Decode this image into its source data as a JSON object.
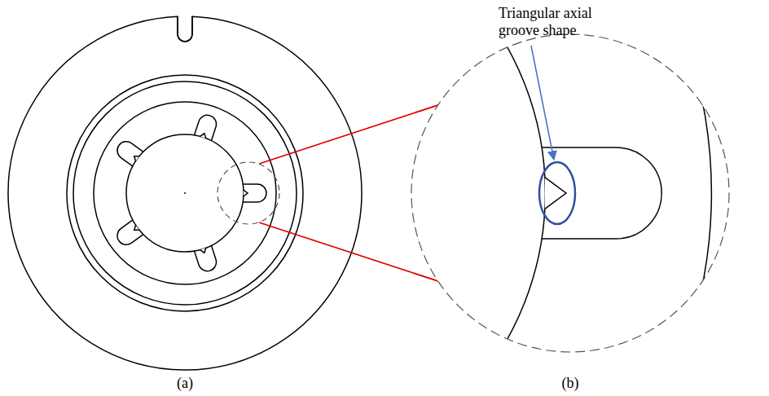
{
  "diagram": {
    "labels": [
      "Triangular axial groove shape",
      "(a)",
      "(b)"
    ]
  }
}
